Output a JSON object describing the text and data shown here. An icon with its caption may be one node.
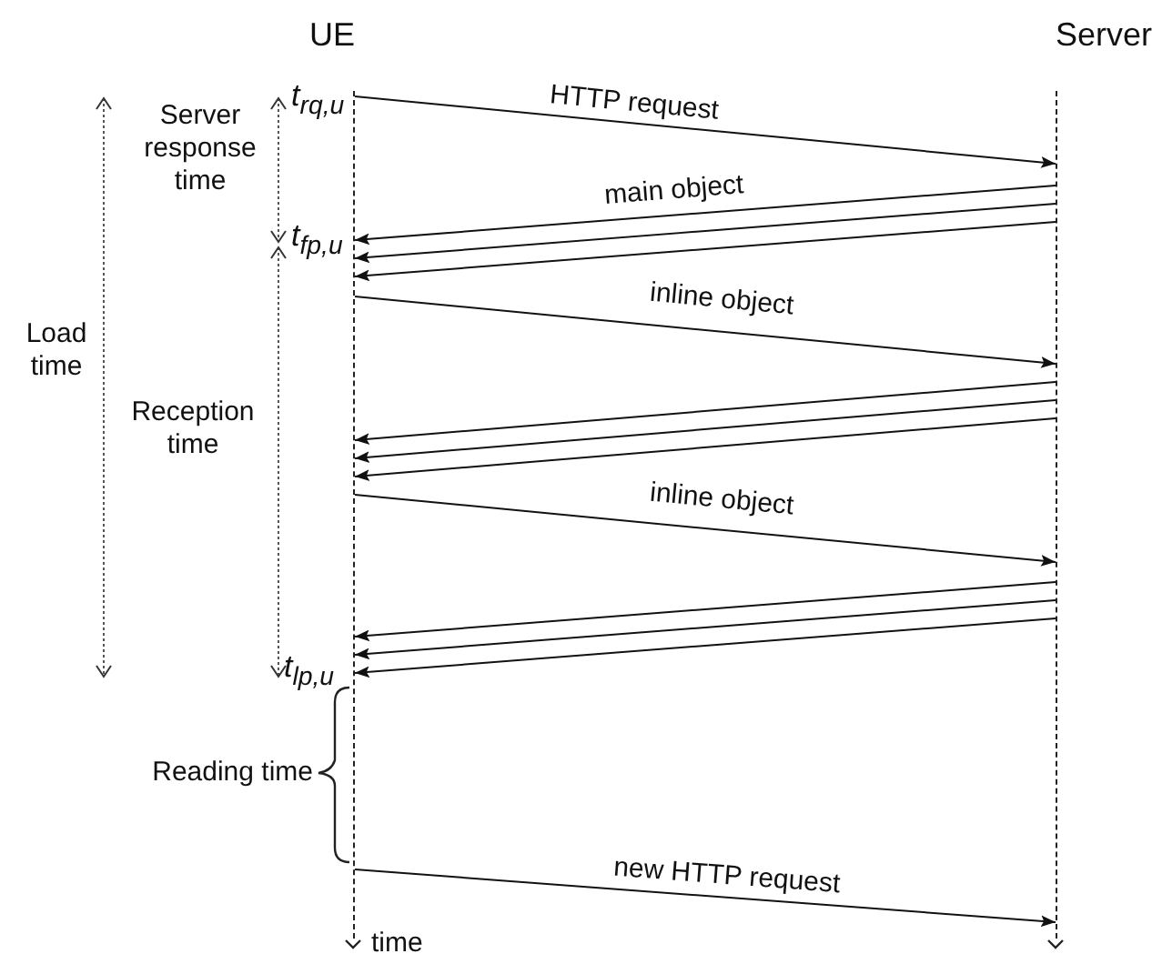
{
  "diagram": {
    "nodes": [
      {
        "text": [
          "UE"
        ]
      },
      {
        "text": [
          "Server"
        ]
      }
    ],
    "edges": [
      {
        "from": 0,
        "to": 1,
        "arrow": "to",
        "label": "HTTP request"
      },
      {
        "from": 1,
        "to": 0,
        "arrow": "to",
        "label": "main object"
      },
      {
        "from": 1,
        "to": 0,
        "arrow": "to"
      },
      {
        "from": 1,
        "to": 0,
        "arrow": "to"
      },
      {
        "from": 0,
        "to": 1,
        "arrow": "to",
        "label": "inline object"
      },
      {
        "from": 1,
        "to": 0,
        "arrow": "to"
      },
      {
        "from": 1,
        "to": 0,
        "arrow": "to"
      },
      {
        "from": 1,
        "to": 0,
        "arrow": "to"
      },
      {
        "from": 0,
        "to": 1,
        "arrow": "to",
        "label": "inline object"
      },
      {
        "from": 1,
        "to": 0,
        "arrow": "to"
      },
      {
        "from": 1,
        "to": 0,
        "arrow": "to"
      },
      {
        "from": 1,
        "to": 0,
        "arrow": "to"
      },
      {
        "from": 0,
        "to": 1,
        "arrow": "to",
        "label": "new HTTP request"
      }
    ],
    "labels": [
      "Server response time",
      "t$_{rq,u}$",
      "t$_{fp,u}$",
      "Load time",
      "Reception time",
      "t$_{lp,u}$",
      "Reading time",
      "time"
    ]
  }
}
